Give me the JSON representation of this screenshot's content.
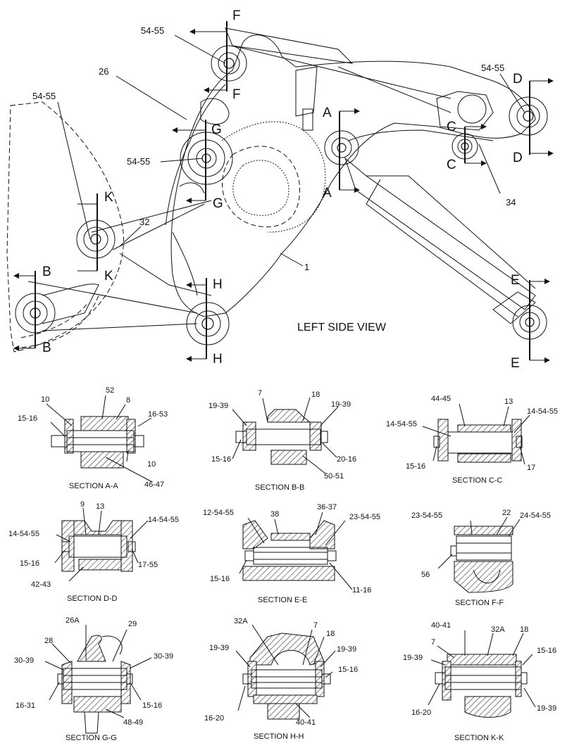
{
  "view_title": "LEFT SIDE VIEW",
  "main_labels": {
    "l_5455_f": "54-55",
    "l_26": "26",
    "l_5455_left": "54-55",
    "l_5455_g": "54-55",
    "l_32": "32",
    "l_1": "1",
    "l_5455_d": "54-55",
    "l_34": "34"
  },
  "section_letters": {
    "F": "F",
    "G": "G",
    "K": "K",
    "B": "B",
    "H": "H",
    "A": "A",
    "C": "C",
    "D": "D",
    "E": "E"
  },
  "sections": {
    "aa": {
      "title": "SECTION A-A",
      "labels": [
        "10",
        "52",
        "8",
        "15-16",
        "16-53",
        "10",
        "46-47"
      ]
    },
    "bb": {
      "title": "SECTION B-B",
      "labels": [
        "7",
        "18",
        "19-39",
        "19-39",
        "15-16",
        "20-16",
        "50-51"
      ]
    },
    "cc": {
      "title": "SECTION C-C",
      "labels": [
        "44-45",
        "13",
        "14-54-55",
        "14-54-55",
        "15-16",
        "17"
      ]
    },
    "dd": {
      "title": "SECTION D-D",
      "labels": [
        "9",
        "13",
        "14-54-55",
        "14-54-55",
        "15-16",
        "17-55",
        "42-43"
      ]
    },
    "ee": {
      "title": "SECTION E-E",
      "labels": [
        "12-54-55",
        "38",
        "36-37",
        "23-54-55",
        "15-16",
        "11-16"
      ]
    },
    "ff": {
      "title": "SECTION F-F",
      "labels": [
        "23-54-55",
        "22",
        "24-54-55",
        "56"
      ]
    },
    "gg": {
      "title": "SECTION G-G",
      "labels": [
        "26A",
        "29",
        "28",
        "30-39",
        "30-39",
        "16-31",
        "15-16",
        "48-49"
      ]
    },
    "hh": {
      "title": "SECTION H-H",
      "labels": [
        "32A",
        "7",
        "18",
        "19-39",
        "19-39",
        "15-16",
        "16-20",
        "40-41"
      ]
    },
    "kk": {
      "title": "SECTION K-K",
      "labels": [
        "40-41",
        "32A",
        "18",
        "7",
        "15-16",
        "19-39",
        "16-20",
        "19-39"
      ]
    }
  }
}
